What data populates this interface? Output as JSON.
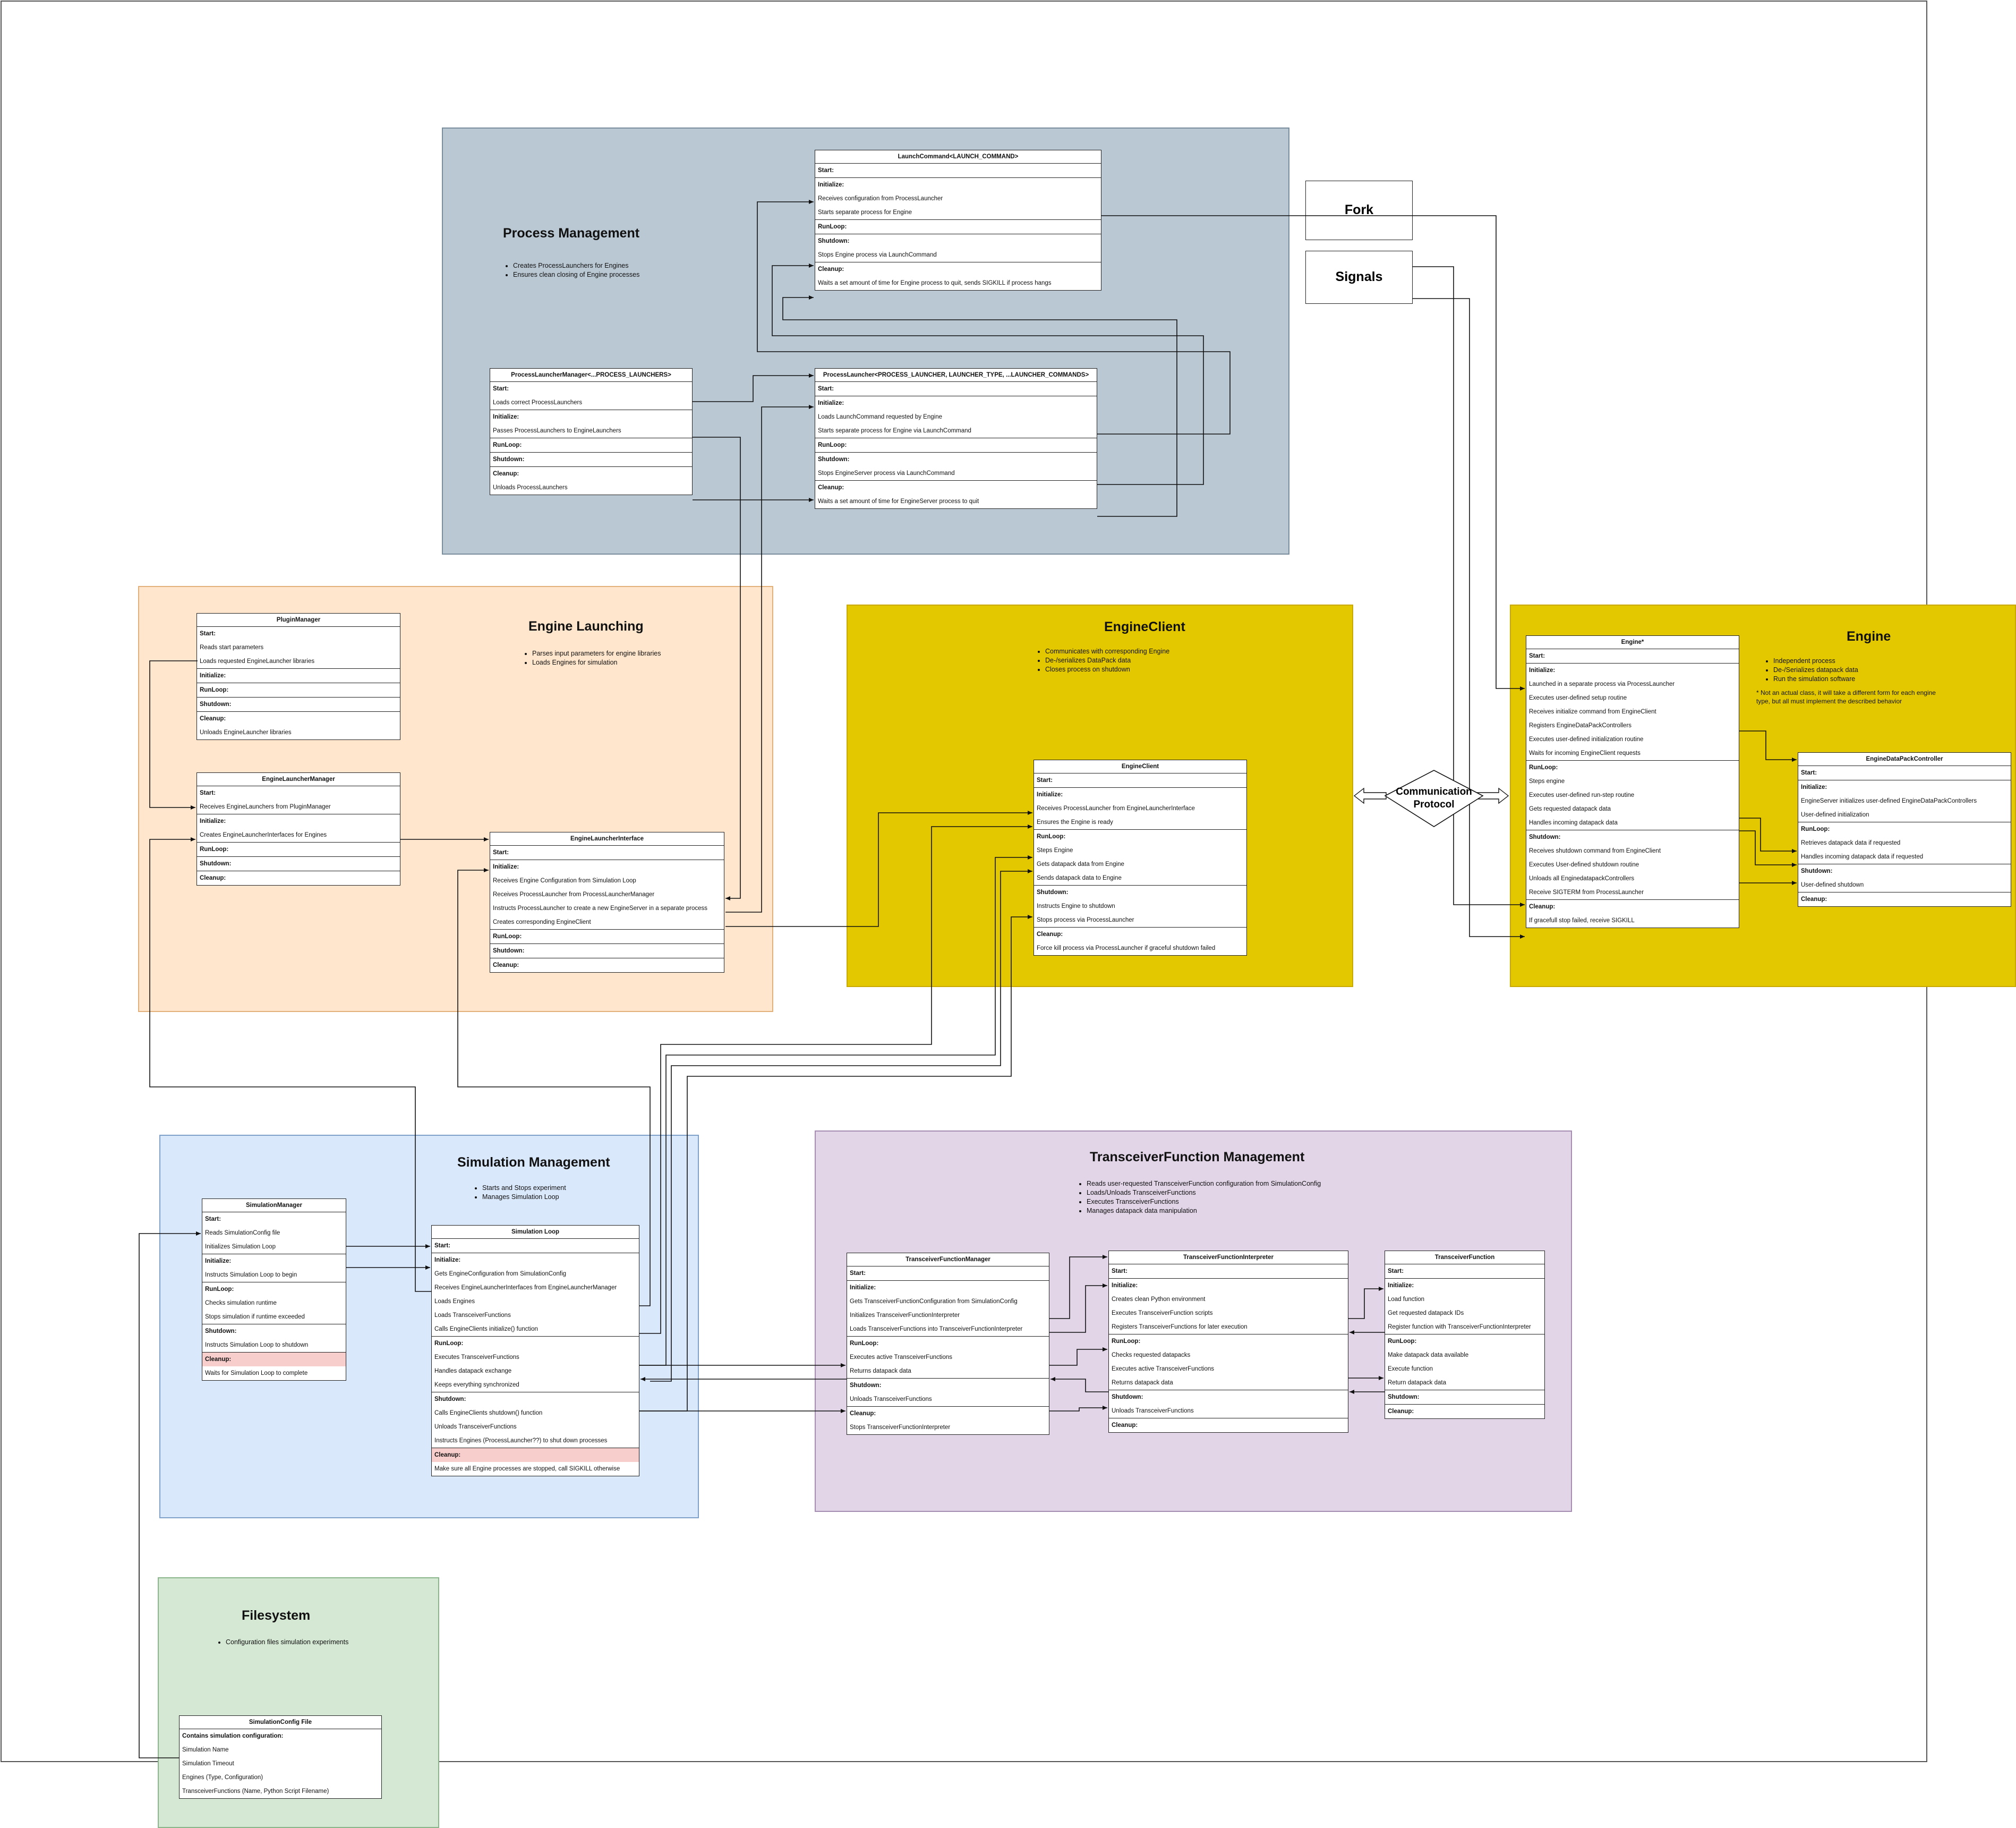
{
  "regions": {
    "process": {
      "title": "Process Management",
      "bullets": [
        "Creates ProcessLaunchers for Engines",
        "Ensures clean closing of Engine processes"
      ]
    },
    "engine_launching": {
      "title": "Engine Launching",
      "bullets": [
        "Parses input parameters for engine libraries",
        "Loads Engines for simulation"
      ]
    },
    "engine_client": {
      "title": "EngineClient",
      "bullets": [
        "Communicates with corresponding Engine",
        "De-/serializes DataPack data",
        "Closes process on shutdown"
      ]
    },
    "engine": {
      "title": "Engine",
      "bullets": [
        "Independent process",
        "De-/Serializes datapack data",
        "Run the simulation software"
      ],
      "note": "* Not an actual class, it will take a different form for each engine type, but all must implement the described behavior"
    },
    "simulation": {
      "title": "Simulation Management",
      "bullets": [
        "Starts and Stops experiment",
        "Manages Simulation Loop"
      ]
    },
    "transceiver": {
      "title": "TransceiverFunction Management",
      "bullets": [
        "Reads user-requested TransceiverFunction configuration from SimulationConfig",
        "Loads/Unloads TransceiverFunctions",
        "Executes TransceiverFunctions",
        "Manages datapack data manipulation"
      ]
    },
    "filesystem": {
      "title": "Filesystem",
      "bullets": [
        "Configuration files simulation experiments"
      ]
    }
  },
  "labels": {
    "fork": "Fork",
    "signals": "Signals",
    "protocol_1": "Communication",
    "protocol_2": "Protocol"
  },
  "classes": {
    "launch_command": {
      "title": "LaunchCommand<LAUNCH_COMMAND>",
      "sections": [
        {
          "h": "Start:",
          "rows": []
        },
        {
          "h": "Initialize:",
          "rows": [
            "Receives configuration from ProcessLauncher",
            "Starts separate process for Engine"
          ]
        },
        {
          "h": "RunLoop:",
          "rows": []
        },
        {
          "h": "Shutdown:",
          "rows": [
            "Stops Engine process via LaunchCommand"
          ]
        },
        {
          "h": "Cleanup:",
          "rows": [
            "Waits a set amount of time for Engine process to quit, sends SIGKILL if process hangs"
          ]
        }
      ]
    },
    "plm": {
      "title": "ProcessLauncherManager<...PROCESS_LAUNCHERS>",
      "sections": [
        {
          "h": "Start:",
          "rows": [
            "Loads correct ProcessLaunchers"
          ]
        },
        {
          "h": "Initialize:",
          "rows": [
            "Passes ProcessLaunchers to EngineLaunchers"
          ]
        },
        {
          "h": "RunLoop:",
          "rows": []
        },
        {
          "h": "Shutdown:",
          "rows": []
        },
        {
          "h": "Cleanup:",
          "rows": [
            "Unloads ProcessLaunchers"
          ]
        }
      ]
    },
    "pl": {
      "title": "ProcessLauncher<PROCESS_LAUNCHER, LAUNCHER_TYPE, ...LAUNCHER_COMMANDS>",
      "sections": [
        {
          "h": "Start:",
          "rows": []
        },
        {
          "h": "Initialize:",
          "rows": [
            "Loads LaunchCommand requested by Engine",
            "Starts separate process for Engine via LaunchCommand"
          ]
        },
        {
          "h": "RunLoop:",
          "rows": []
        },
        {
          "h": "Shutdown:",
          "rows": [
            "Stops EngineServer process via LaunchCommand"
          ]
        },
        {
          "h": "Cleanup:",
          "rows": [
            "Waits a set amount of time for EngineServer process to quit"
          ]
        }
      ]
    },
    "plugin": {
      "title": "PluginManager",
      "sections": [
        {
          "h": "Start:",
          "rows": [
            "Reads start parameters",
            "Loads requested EngineLauncher libraries"
          ]
        },
        {
          "h": "Initialize:",
          "rows": []
        },
        {
          "h": "RunLoop:",
          "rows": []
        },
        {
          "h": "Shutdown:",
          "rows": []
        },
        {
          "h": "Cleanup:",
          "rows": [
            "Unloads EngineLauncher libraries"
          ]
        }
      ]
    },
    "elm": {
      "title": "EngineLauncherManager",
      "sections": [
        {
          "h": "Start:",
          "rows": [
            "Receives EngineLaunchers from PluginManager"
          ]
        },
        {
          "h": "Initialize:",
          "rows": [
            "Creates EngineLauncherInterfaces for Engines"
          ]
        },
        {
          "h": "RunLoop:",
          "rows": []
        },
        {
          "h": "Shutdown:",
          "rows": []
        },
        {
          "h": "Cleanup:",
          "rows": []
        }
      ]
    },
    "eli": {
      "title": "EngineLauncherInterface",
      "sections": [
        {
          "h": "Start:",
          "rows": []
        },
        {
          "h": "Initialize:",
          "rows": [
            "Receives Engine Configuration from Simulation Loop",
            "Receives ProcessLauncher from ProcessLauncherManager",
            "Instructs ProcessLauncher to create a new EngineServer in a separate process",
            "Creates corresponding EngineClient"
          ]
        },
        {
          "h": "RunLoop:",
          "rows": []
        },
        {
          "h": "Shutdown:",
          "rows": []
        },
        {
          "h": "Cleanup:",
          "rows": []
        }
      ]
    },
    "ec": {
      "title": "EngineClient",
      "sections": [
        {
          "h": "Start:",
          "rows": []
        },
        {
          "h": "Initialize:",
          "rows": [
            "Receives ProcessLauncher from EngineLauncherInterface",
            "Ensures the Engine is ready"
          ]
        },
        {
          "h": "RunLoop:",
          "rows": [
            "Steps Engine",
            "Gets datapack data from Engine",
            "Sends datapack data to Engine"
          ]
        },
        {
          "h": "Shutdown:",
          "rows": [
            "Instructs Engine to shutdown",
            "Stops process via ProcessLauncher"
          ]
        },
        {
          "h": "Cleanup:",
          "rows": [
            "Force kill process via ProcessLauncher if graceful shutdown failed"
          ]
        }
      ]
    },
    "engine": {
      "title": "Engine*",
      "sections": [
        {
          "h": "Start:",
          "rows": []
        },
        {
          "h": "Initialize:",
          "rows": [
            "Launched in a separate process via ProcessLauncher",
            "Executes user-defined setup routine",
            "Receives initialize command from EngineClient",
            "Registers EngineDataPackControllers",
            "Executes user-defined initialization routine",
            "Waits for incoming EngineClient requests"
          ]
        },
        {
          "h": "RunLoop:",
          "rows": [
            "Steps engine",
            "Executes user-defined run-step routine",
            "Gets requested datapack data",
            "Handles incoming datapack data"
          ]
        },
        {
          "h": "Shutdown:",
          "rows": [
            "Receives shutdown command from EngineClient",
            "Executes User-defined shutdown routine",
            "Unloads all EnginedatapackControllers",
            "Receive SIGTERM from ProcessLauncher"
          ]
        },
        {
          "h": "Cleanup:",
          "rows": [
            "If gracefull stop failed, receive SIGKILL"
          ]
        }
      ]
    },
    "edpc": {
      "title": "EngineDataPackController",
      "sections": [
        {
          "h": "Start:",
          "rows": []
        },
        {
          "h": "Initialize:",
          "rows": [
            "EngineServer initializes user-defined EngineDataPackControllers",
            "User-defined initialization"
          ]
        },
        {
          "h": "RunLoop:",
          "rows": [
            "Retrieves datapack data if requested",
            "Handles incoming datapack data if requested"
          ]
        },
        {
          "h": "Shutdown:",
          "rows": [
            "User-defined shutdown"
          ]
        },
        {
          "h": "Cleanup:",
          "rows": []
        }
      ]
    },
    "sm": {
      "title": "SimulationManager",
      "sections": [
        {
          "h": "Start:",
          "rows": [
            "Reads SimulationConfig file",
            "Initializes Simulation Loop"
          ]
        },
        {
          "h": "Initialize:",
          "rows": [
            "Instructs Simulation Loop to begin"
          ]
        },
        {
          "h": "RunLoop:",
          "rows": [
            "Checks simulation runtime",
            "Stops simulation if runtime exceeded"
          ]
        },
        {
          "h": "Shutdown:",
          "rows": [
            "Instructs Simulation Loop to shutdown"
          ]
        },
        {
          "h": "Cleanup:",
          "rows": [
            "Waits for Simulation Loop to complete"
          ],
          "red": true
        }
      ]
    },
    "sl": {
      "title": "Simulation Loop",
      "sections": [
        {
          "h": "Start:",
          "rows": []
        },
        {
          "h": "Initialize:",
          "rows": [
            "Gets EngineConfiguration from SimulationConfig",
            "Receives EngineLauncherInterfaces from EngineLauncherManager",
            "Loads Engines",
            "Loads TransceiverFunctions",
            "Calls EngineClients initialize() function"
          ]
        },
        {
          "h": "RunLoop:",
          "rows": [
            "Executes TransceiverFunctions",
            "Handles datapack exchange",
            "Keeps everything synchronized"
          ]
        },
        {
          "h": "Shutdown:",
          "rows": [
            "Calls EngineClients shutdown() function",
            "Unloads TransceiverFunctions",
            "Instructs Engines (ProcessLauncher??) to shut down processes"
          ]
        },
        {
          "h": "Cleanup:",
          "rows": [
            "Make sure all Engine processes are stopped, call SIGKILL otherwise"
          ],
          "red": true
        }
      ]
    },
    "tfm": {
      "title": "TransceiverFunctionManager",
      "sections": [
        {
          "h": "Start:",
          "rows": []
        },
        {
          "h": "Initialize:",
          "rows": [
            "Gets TransceiverFunctionConfiguration from SimulationConfig",
            "Initializes TransceiverFunctionInterpreter",
            "Loads TransceiverFunctions into TransceiverFunctionInterpreter"
          ]
        },
        {
          "h": "RunLoop:",
          "rows": [
            "Executes active TransceiverFunctions",
            "Returns datapack data"
          ]
        },
        {
          "h": "Shutdown:",
          "rows": [
            "Unloads TransceiverFunctions"
          ]
        },
        {
          "h": "Cleanup:",
          "rows": [
            "Stops TransceiverFunctionInterpreter"
          ]
        }
      ]
    },
    "tfi": {
      "title": "TransceiverFunctionInterpreter",
      "sections": [
        {
          "h": "Start:",
          "rows": []
        },
        {
          "h": "Initialize:",
          "rows": [
            "Creates clean Python environment",
            "Executes TransceiverFunction scripts",
            "Registers TransceiverFunctions for later execution"
          ]
        },
        {
          "h": "RunLoop:",
          "rows": [
            "Checks requested datapacks",
            "Executes active TransceiverFunctions",
            "Returns datapack data"
          ]
        },
        {
          "h": "Shutdown:",
          "rows": [
            "Unloads TransceiverFunctions"
          ]
        },
        {
          "h": "Cleanup:",
          "rows": []
        }
      ]
    },
    "tf": {
      "title": "TransceiverFunction",
      "sections": [
        {
          "h": "Start:",
          "rows": []
        },
        {
          "h": "Initialize:",
          "rows": [
            "Load function",
            "Get requested datapack IDs",
            "Register function with TransceiverFunctionInterpreter"
          ]
        },
        {
          "h": "RunLoop:",
          "rows": [
            "Make datapack data available",
            "Execute function",
            "Return datapack data"
          ]
        },
        {
          "h": "Shutdown:",
          "rows": []
        },
        {
          "h": "Cleanup:",
          "rows": []
        }
      ]
    },
    "scf": {
      "title": "SimulationConfig File",
      "sections": [
        {
          "h": "Contains simulation configuration:",
          "rows": [
            "Simulation Name",
            "Simulation Timeout",
            "Engines (Type, Configuration)",
            "TransceiverFunctions (Name, Python Script Filename)"
          ]
        }
      ]
    }
  },
  "colors": {
    "process": "#bac8d3",
    "engine_launching": "#ffe6cc",
    "engine_client": "#e3c800",
    "engine": "#e3c800",
    "simulation": "#dae8fc",
    "transceiver": "#e1d5e7",
    "filesystem": "#d5e8d4",
    "cleanup_red": "#f8cecc"
  }
}
